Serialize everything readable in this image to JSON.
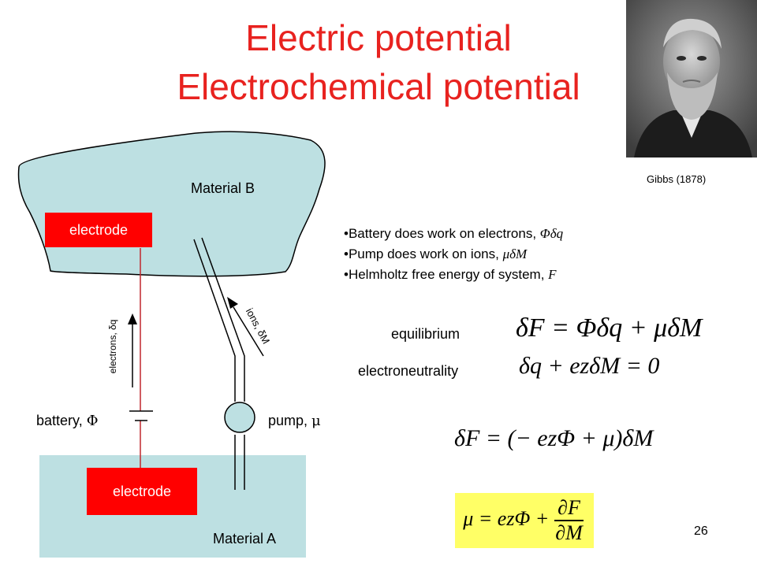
{
  "title": {
    "line1": "Electric potential",
    "line2": "Electrochemical potential"
  },
  "portrait": {
    "caption": "Gibbs (1878)"
  },
  "diagram": {
    "material_b": "Material B",
    "material_a": "Material A",
    "electrode_top": "electrode",
    "electrode_bottom": "electrode",
    "electrons_label": "electrons, δq",
    "ions_label": "ions, δM",
    "battery_label": "battery, ",
    "battery_symbol": "Φ",
    "pump_label": "pump, ",
    "pump_symbol": "μ"
  },
  "bullets": [
    {
      "text": "•Battery does work on electrons, ",
      "math": "Φδq"
    },
    {
      "text": "•Pump does work on ions, ",
      "math": "μδM"
    },
    {
      "text": "•Helmholtz free energy of system, ",
      "math": "F"
    }
  ],
  "equations": {
    "equilibrium_label": "equilibrium",
    "equilibrium": "δF = Φδq + μδM",
    "electroneutrality_label": "electroneutrality",
    "electroneutrality": "δq + ezδM = 0",
    "combined": "δF = (− ezΦ + μ)δM",
    "boxed_lhs": "μ = ezΦ +",
    "boxed_num": "∂F",
    "boxed_den": "∂M",
    "box_color": "#ffff66"
  },
  "slide_number": "26",
  "colors": {
    "title": "#e8221f",
    "material": "#bde0e2",
    "electrode": "#ff0000"
  }
}
